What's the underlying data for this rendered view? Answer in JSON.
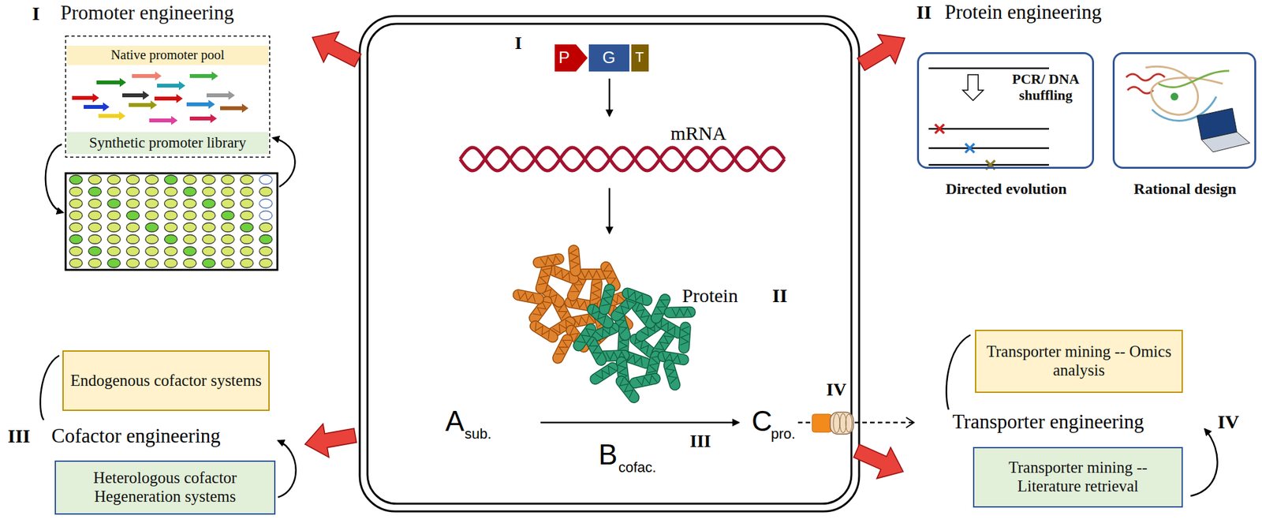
{
  "diagram": {
    "nodes": [
      {
        "text": [
          "Promoter engineering"
        ]
      },
      {
        "text": [
          "Native promoter pool"
        ],
        "in": 0
      },
      {
        "text": [
          "Synthetic promoter library"
        ],
        "in": 0
      },
      {
        "text": [
          "PCR/ DNA shuffling",
          "Directed evolution"
        ]
      },
      {
        "text": [
          "Rational design"
        ]
      },
      {
        "text": [
          "Endogenous cofactor systems"
        ]
      },
      {
        "text": [
          "Heterologous cofactor Hegeneration systems"
        ]
      },
      {
        "text": [
          "Transporter mining -- Omics analysis"
        ]
      },
      {
        "text": [
          "Transporter mining -- Literature retrieval"
        ]
      }
    ],
    "labels": [
      "I",
      "II",
      "III",
      "Cofactor engineering",
      "Transporter engineering",
      "IV",
      "Protein engineering",
      "I",
      "P",
      "G",
      "T",
      "mRNA",
      "Protein",
      "II",
      "A",
      "sub.",
      "B",
      "cofac.",
      "III",
      "C",
      "pro.",
      "IV"
    ]
  }
}
